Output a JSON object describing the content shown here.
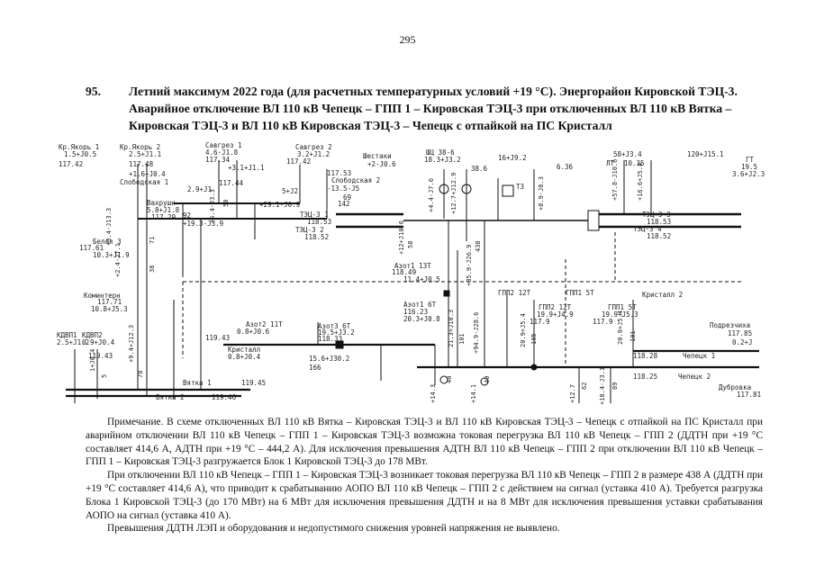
{
  "page_number": "295",
  "heading": {
    "number": "95.",
    "text": "Летний максимум 2022 года (для расчетных температурных условий +19 °C). Энергорайон Кировской ТЭЦ-3. Аварийное отключение ВЛ 110 кВ Чепецк – ГПП 1 – Кировская ТЭЦ-3 при отключенных ВЛ 110 кВ Вятка – Кировская ТЭЦ-3 и ВЛ 110 кВ Кировская ТЭЦ-3 – Чепецк с отпайкой на ПС Кристалл"
  },
  "diagram": {
    "labels": [
      "Кр.Якорь 1",
      "1.5+J0.5",
      "117.42",
      "Кр.Якорь 2",
      "2.5+J1.1",
      "117.48",
      "+1.6+J0.4",
      "Савгрез 1",
      "4.6-J1.8",
      "117.34",
      "Савгрез 2",
      "3.2+J1.2",
      "117.42",
      "+3.1+J1.1",
      "Шестаки",
      "+2-J0.6",
      "117.53",
      "Слободская 2",
      "-13.5-J5",
      "69",
      "Слободская 1",
      "2.9+J1",
      "117.44",
      "5+J2",
      "Вахруши",
      "5.8+J1.8",
      "117.29",
      "+29.1-J0.9",
      "142",
      "+19.3-J3.9",
      "92",
      "ТЭЦ-3 1",
      "118.53",
      "ТЭЦ-3 2",
      "118.52",
      "Белая 3",
      "117.61",
      "10.3+J1.9",
      "Коминтерн",
      "117.71",
      "10.8+J5.3",
      "КДВП1",
      "КДВП2",
      "2.5+J1.2",
      "0.9+J0.4",
      "119.43",
      "Азот2 11Т",
      "0.8+J0.6",
      "119.43",
      "Азот3 6Т",
      "19.5+J3.2",
      "118.33",
      "Кристалл",
      "0.8+J0.4",
      "15.6+J30.2",
      "166",
      "Вятка 1",
      "Вятка 2",
      "119.45",
      "119.46",
      "ШЦ 38-6",
      "18.3+J3.2",
      "38.6",
      "16+J9.2",
      "6.36",
      "Т3",
      "58+J3.4",
      "ЛТ",
      "10.35",
      "120+J15.1",
      "ГТ",
      "19.5",
      "3.6+J2.3",
      "ТЭЦ-3 3",
      "118.53",
      "ТЭЦ-3 4",
      "118.52",
      "Азот1 13Т",
      "118.49",
      "11.4+J0.5",
      "Азот1 6Т",
      "116.23",
      "20.3+J0.8",
      "ГПП2 12Т",
      "ГПП1 5Т",
      "ГПП2 12Т",
      "19.9+J4.9",
      "117.9",
      "ГПП1 5Т",
      "19.9+J5.3",
      "117.9",
      "118.28",
      "Кристалл 2",
      "Чепецк 1",
      "118.25",
      "Чепецк 2",
      "Подрезчиха",
      "117.85",
      "0.2+J",
      "Дубровка",
      "117.81"
    ],
    "vertical_labels": [
      "+2.4-J7.1",
      "38",
      "+3.4-J13.3",
      "71",
      "+5.4-J3.3",
      "50",
      "+12+J10.6",
      "58",
      "+4.4-J7.6",
      "+12.7+J12.9",
      "+8.9-J8.3",
      "+57.8-J10.6",
      "+16.6+J5.4",
      "+85.9-J26.9",
      "438",
      "+94.9-J28.6",
      "21.3+J10.3",
      "101",
      "20.9+J5.4",
      "105",
      "20.9+J5.4",
      "101",
      "+9.4+J12.3",
      "78",
      "1+J0.4",
      "5",
      "+14.3",
      "40",
      "+14.1",
      "40",
      "+12.7",
      "62",
      "+18.4-J3.1",
      "89"
    ]
  },
  "notes": [
    "Примечание. В схеме отключенных ВЛ 110 кВ Вятка – Кировская ТЭЦ-3 и ВЛ 110 кВ Кировская ТЭЦ-3 – Чепецк с отпайкой на ПС Кристалл при аварийном отключении ВЛ 110 кВ Чепецк – ГПП 1 – Кировская ТЭЦ-3 возможна токовая перегрузка ВЛ 110 кВ Чепецк – ГПП 2 (ДДТН при +19 °C составляет 414,6 А, АДТН при +19 °C – 444,2 А). Для исключения превышения АДТН ВЛ 110 кВ Чепецк – ГПП 2 при отключении ВЛ 110 кВ Чепецк – ГПП 1 – Кировская ТЭЦ-3 разгружается Блок 1 Кировской ТЭЦ-3 до 178 МВт.",
    "При отключении ВЛ 110 кВ Чепецк – ГПП 1 – Кировская ТЭЦ-3 возникает токовая перегрузка ВЛ 110 кВ Чепецк – ГПП 2 в размере 438 А (ДДТН при +19 °C составляет 414,6 А), что приводит к срабатыванию АОПО ВЛ 110 кВ Чепецк – ГПП 2 с действием на сигнал (уставка 410 А). Требуется разгрузка Блока 1 Кировской ТЭЦ-3 (до 170 МВт) на 6 МВт для исключения превышения ДДТН и на 8 МВт для исключения превышения уставки срабатывания АОПО на сигнал (уставка 410 А).",
    "Превышения ДДТН ЛЭП и оборудования и недопустимого снижения уровней напряжения не выявлено."
  ]
}
